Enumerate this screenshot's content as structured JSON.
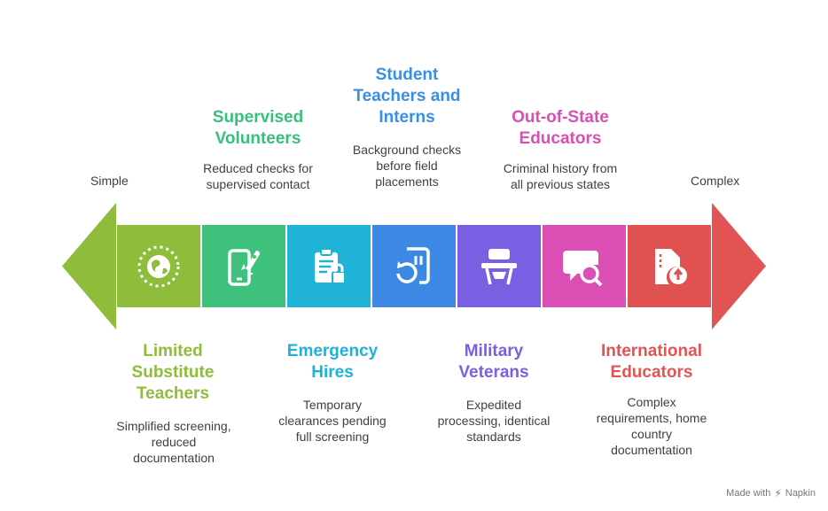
{
  "scale": {
    "left": "Simple",
    "right": "Complex"
  },
  "colors": {
    "green": "#8fbd3b",
    "teal": "#37c07a",
    "cyan": "#1fb2d6",
    "blue": "#3b8fe3",
    "purple": "#7a5fe0",
    "pink": "#d94fb3",
    "red": "#e25454"
  },
  "segments": [
    {
      "icon": "globe-icon",
      "color": "#8fbd3b"
    },
    {
      "icon": "phone-rocket-icon",
      "color": "#3fc17e"
    },
    {
      "icon": "clipboard-lock-icon",
      "color": "#1fb3d8"
    },
    {
      "icon": "document-refresh-icon",
      "color": "#3d88e4"
    },
    {
      "icon": "school-desk-icon",
      "color": "#7b5fe2"
    },
    {
      "icon": "chat-search-icon",
      "color": "#db4fb4"
    },
    {
      "icon": "file-upload-icon",
      "color": "#e05252"
    }
  ],
  "items": {
    "limited_substitutes": {
      "title_lines": [
        "Limited",
        "Substitute",
        "Teachers"
      ],
      "desc_lines": [
        "Simplified screening,",
        "reduced",
        "documentation"
      ]
    },
    "supervised_volunteers": {
      "title_lines": [
        "Supervised",
        "Volunteers"
      ],
      "desc_lines": [
        "Reduced checks for",
        "supervised contact"
      ]
    },
    "emergency_hires": {
      "title_lines": [
        "Emergency",
        "Hires"
      ],
      "desc_lines": [
        "Temporary",
        "clearances pending",
        "full screening"
      ]
    },
    "student_teachers": {
      "title_lines": [
        "Student",
        "Teachers and",
        "Interns"
      ],
      "desc_lines": [
        "Background checks",
        "before field",
        "placements"
      ]
    },
    "military_veterans": {
      "title_lines": [
        "Military",
        "Veterans"
      ],
      "desc_lines": [
        "Expedited",
        "processing, identical",
        "standards"
      ]
    },
    "out_of_state": {
      "title_lines": [
        "Out-of-State",
        "Educators"
      ],
      "desc_lines": [
        "Criminal history from",
        "all previous states"
      ]
    },
    "international": {
      "title_lines": [
        "International",
        "Educators"
      ],
      "desc_lines": [
        "Complex",
        "requirements, home",
        "country",
        "documentation"
      ]
    }
  },
  "credit": {
    "prefix": "Made with",
    "brand": "Napkin"
  }
}
